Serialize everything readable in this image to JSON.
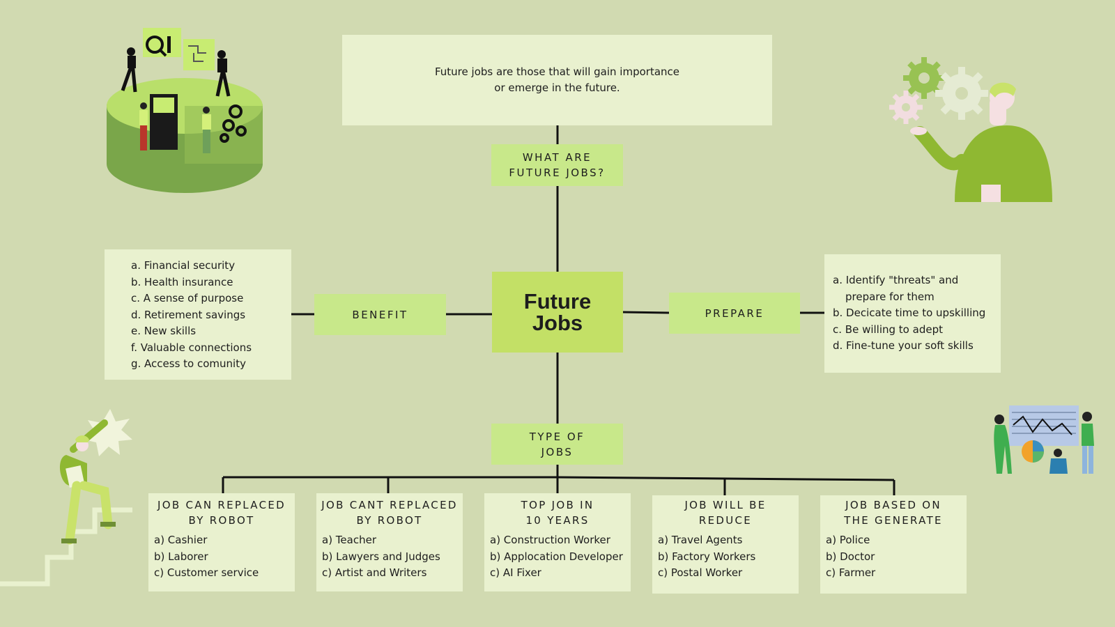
{
  "center": {
    "title": "Future\nJobs"
  },
  "definition": {
    "label": "WHAT ARE\nFUTURE JOBS?",
    "text": "Future jobs are those that will gain importance\nor emerge in the future."
  },
  "benefit": {
    "label": "BENEFIT",
    "items": [
      "a. Financial security",
      "b. Health insurance",
      "c. A sense of purpose",
      "d. Retirement savings",
      "e. New skills",
      "f. Valuable connections",
      "g. Access to comunity"
    ]
  },
  "prepare": {
    "label": "PREPARE",
    "items": [
      "a. Identify \"threats\" and prepare for them",
      "b. Decicate time to upskilling",
      "c. Be willing to adept",
      "d. Fine-tune your soft skills"
    ]
  },
  "types": {
    "label": "TYPE OF\nJOBS",
    "categories": [
      {
        "title": "JOB CAN REPLACED\nBY ROBOT",
        "items": [
          "a) Cashier",
          "b) Laborer",
          "c) Customer service"
        ]
      },
      {
        "title": "JOB CANT REPLACED\nBY ROBOT",
        "items": [
          "a) Teacher",
          "b) Lawyers and Judges",
          "c) Artist and Writers"
        ]
      },
      {
        "title": "TOP JOB IN\n10 YEARS",
        "items": [
          "a) Construction Worker",
          "b) Applocation Developer",
          "c) AI Fixer"
        ]
      },
      {
        "title": "JOB WILL BE\nREDUCE",
        "items": [
          "a) Travel Agents",
          "b) Factory Workers",
          "c) Postal Worker"
        ]
      },
      {
        "title": "JOB BASED ON\nTHE GENERATE",
        "items": [
          "a) Police",
          "b) Doctor",
          "c) Farmer"
        ]
      }
    ]
  },
  "colors": {
    "background": "#d1dab1",
    "light_box": "#e9f1cf",
    "label_box": "#c8e88a",
    "center_box": "#c3e066",
    "connector": "#111111"
  }
}
